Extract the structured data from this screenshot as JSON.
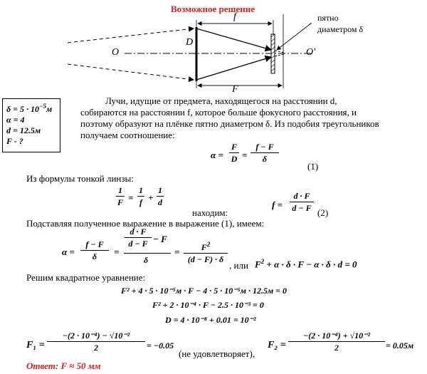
{
  "title": "Возможное решение",
  "diagram": {
    "label_D": "D",
    "label_O_left": "O",
    "label_O_right": "O'",
    "label_f": "f",
    "label_F": "F",
    "spot_label_1": "пятно",
    "spot_label_2": "диаметром δ"
  },
  "given": {
    "delta": "δ = 5 · 10",
    "delta_exp": "−5",
    "delta_unit": "м",
    "alpha": "α = 4",
    "d": "d = 12.5м",
    "ask": "F - ?"
  },
  "intro": {
    "line1": "Лучи, идущие от предмета, находящегося на расстоянии d,",
    "line2": "собираются на расстоянии f, которое больше фокусного расстояния, и",
    "line3": "поэтому образуют на плёнке пятно диаметром δ. Из подобия треугольников",
    "line4": "получаем соотношение:"
  },
  "eq1": {
    "lhs": "α =",
    "f1_num": "F",
    "f1_den": "D",
    "eq": "=",
    "f2_num": "f − F",
    "f2_den": "δ",
    "number": "(1)"
  },
  "lens": {
    "text": "Из формулы тонкой линзы:",
    "a_num": "1",
    "a_den": "F",
    "eq": "=",
    "b_num": "1",
    "b_den": "f",
    "plus": "+",
    "c_num": "1",
    "c_den": "d",
    "found": "находим:",
    "f_lhs": "f =",
    "f_num": "d · F",
    "f_den": "d − F",
    "number": "(2)"
  },
  "subst": {
    "text": "Подставляя полученное выражение в выражение (1), имеем:",
    "lhs": "α =",
    "a_num": "f − F",
    "a_den": "δ",
    "eq1": "=",
    "inner_num": "d · F",
    "inner_den": "d − F",
    "minus_F": "− F",
    "b_den": "δ",
    "eq2": "=",
    "c_num": "F",
    "c_num_exp": "2",
    "c_den": "(d − F) · δ",
    "or": ", или",
    "rhs": "F",
    "rhs_exp": "2",
    "rhs_rest": " + α · δ · F − α · δ · d = 0"
  },
  "quad": {
    "text": "Решим квадратное уравнение:",
    "l1": "F² + 4 · 5 · 10⁻⁵м · F − 4 · 5 · 10⁻⁵м · 12.5м = 0",
    "l2": "F² + 2 · 10⁻⁴ · F − 2.5 · 10⁻³ = 0",
    "l3": "D = 4 · 10⁻⁸ + 0.01 = 10⁻²"
  },
  "roots": {
    "f1_lhs": "F₁ =",
    "f1_num": "−(2 · 10⁻⁴) − √10⁻²",
    "f1_den": "2",
    "f1_val": "= −0.05",
    "f1_note": "(не удовлетворяет),",
    "f2_lhs": "F₂ =",
    "f2_num": "−(2 · 10⁻⁴) + √10⁻²",
    "f2_den": "2",
    "f2_val": "= 0.05м"
  },
  "answer": "Ответ: F ≈ 50 мм"
}
